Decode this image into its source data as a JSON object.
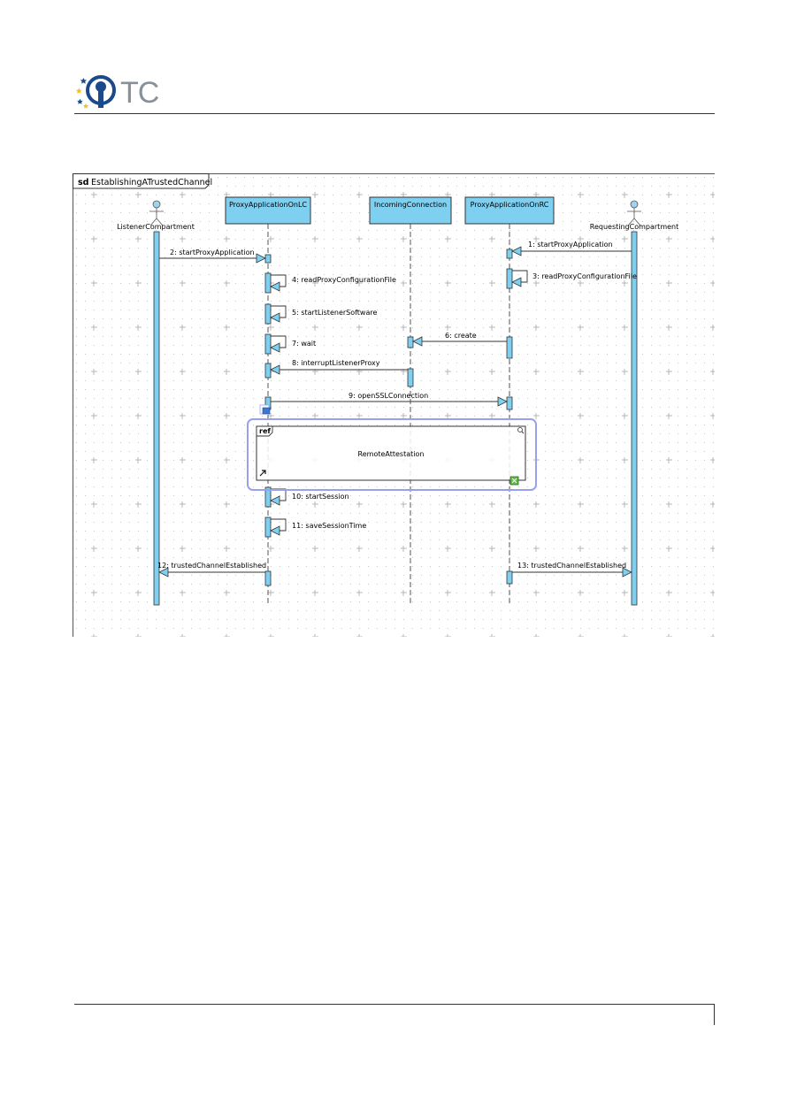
{
  "logo": {
    "text": "TC"
  },
  "diagram": {
    "frame_keyword": "sd",
    "frame_name": "EstablishingATrustedChannel",
    "actors": [
      {
        "name": "ListenerCompartment"
      },
      {
        "name": "RequestingCompartment"
      }
    ],
    "objects": [
      {
        "name": "ProxyApplicationOnLC"
      },
      {
        "name": "IncomingConnection"
      },
      {
        "name": "ProxyApplicationOnRC"
      }
    ],
    "messages": [
      {
        "label": "1: startProxyApplication"
      },
      {
        "label": "2: startProxyApplication"
      },
      {
        "label": "3: readProxyConfigurationFile"
      },
      {
        "label": "4: readProxyConfigurationFile"
      },
      {
        "label": "5: startListenerSoftware"
      },
      {
        "label": "6: create"
      },
      {
        "label": "7: wait"
      },
      {
        "label": "8: interruptListenerProxy"
      },
      {
        "label": "9: openSSLConnection"
      },
      {
        "label": "10: startSession"
      },
      {
        "label": "11: saveSessionTime"
      },
      {
        "label": "12: trustedChannelEstablished"
      },
      {
        "label": "13: trustedChannelEstablished"
      }
    ],
    "ref_fragment": {
      "keyword": "ref",
      "name": "RemoteAttestation"
    },
    "colors": {
      "object_fill": "#7ecff0",
      "activation_fill": "#7ecff0",
      "selection": "#9aa0f0",
      "grid_dot": "#c8c8c8"
    }
  }
}
